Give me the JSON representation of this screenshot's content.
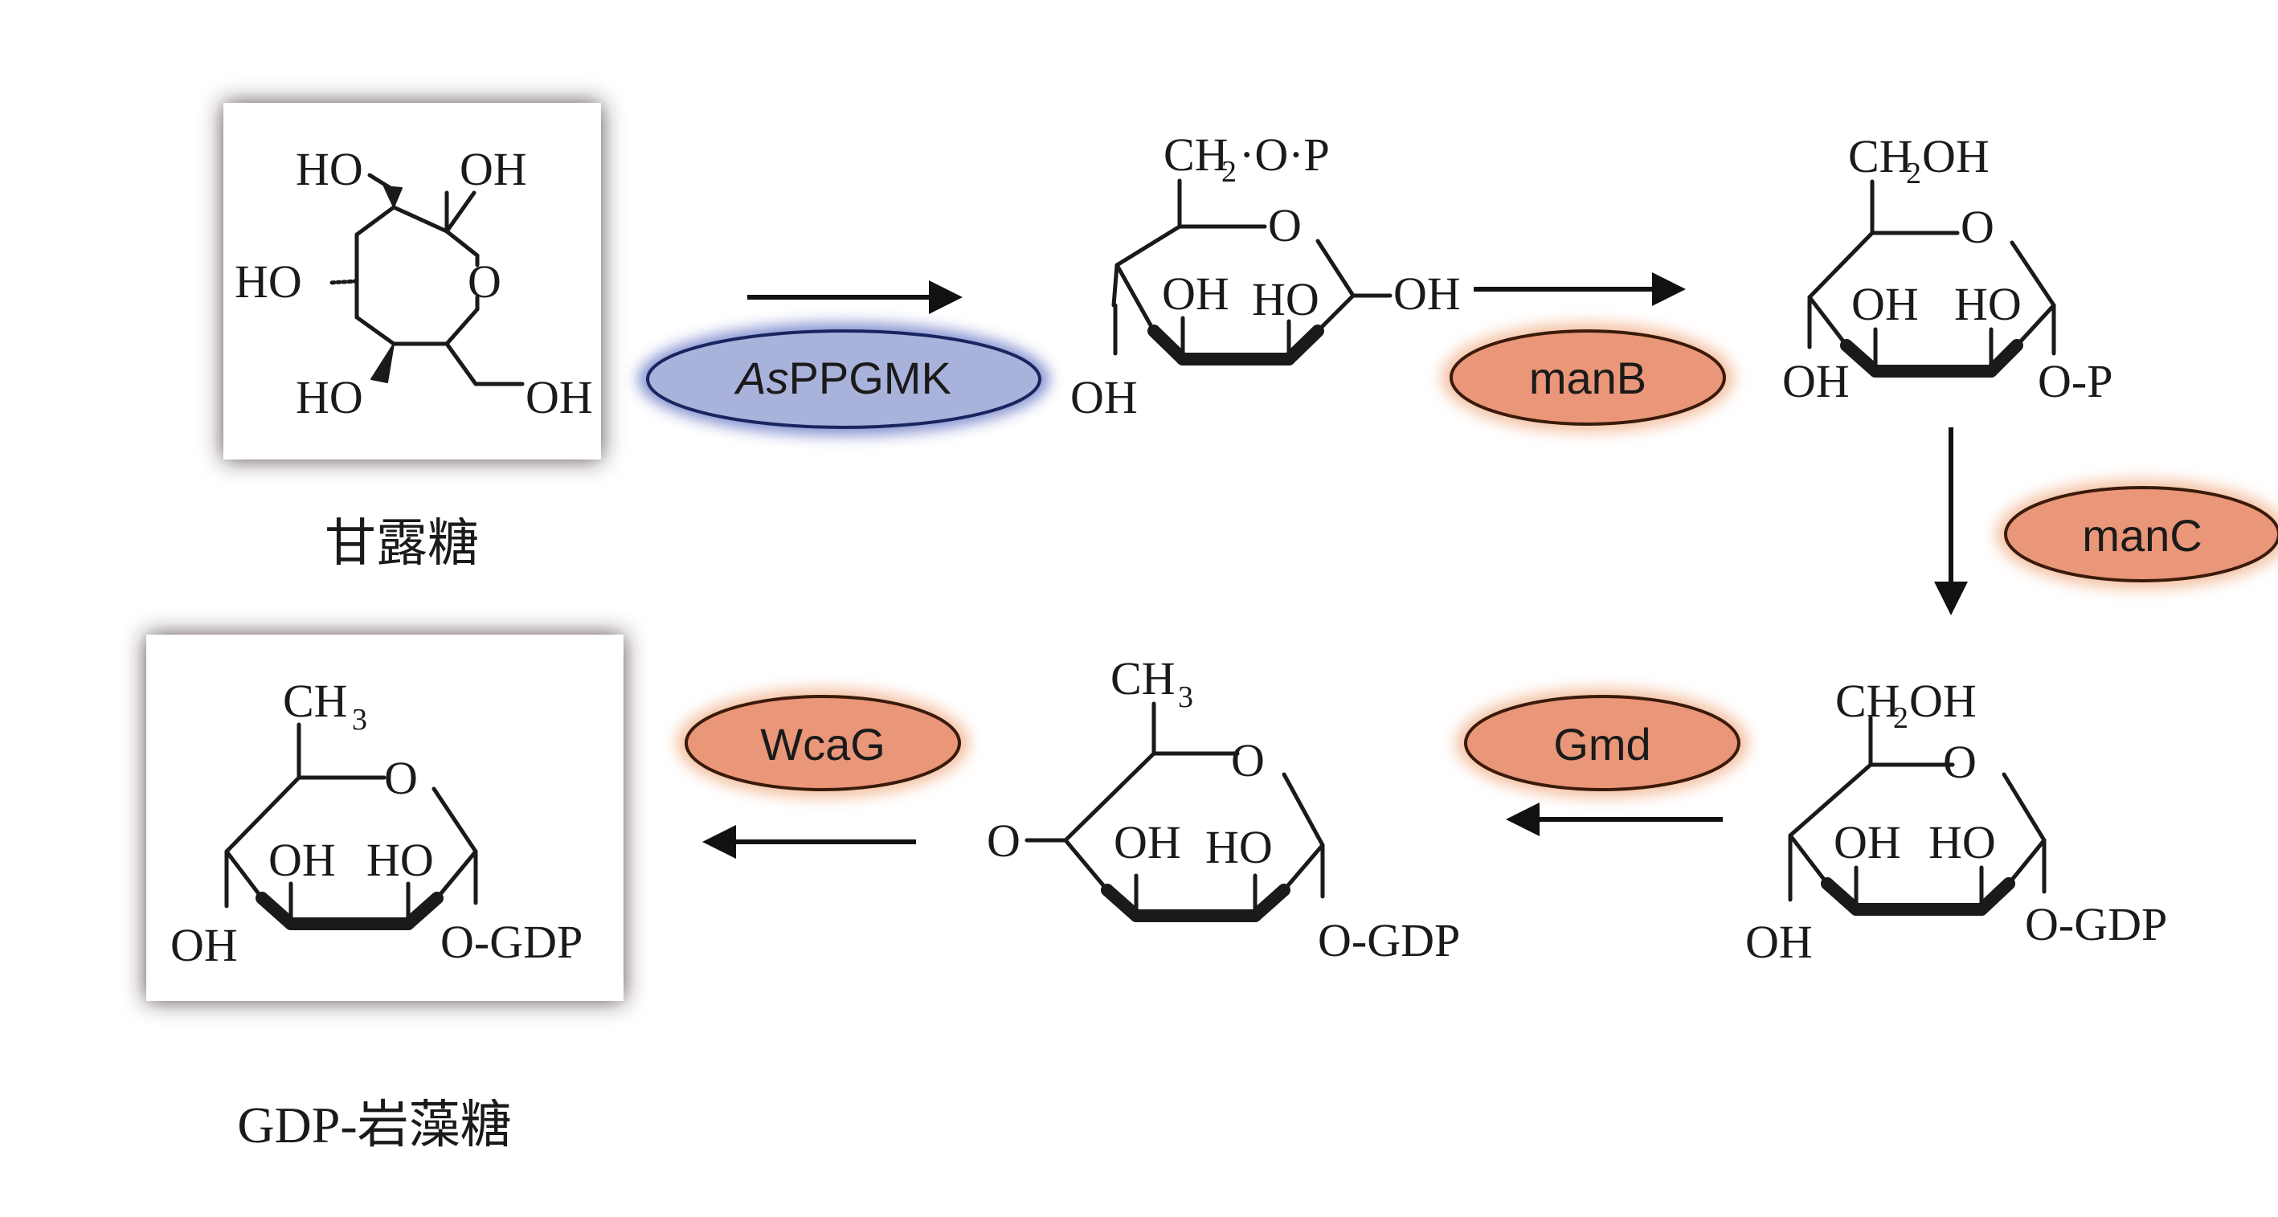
{
  "captions": {
    "mannose": "甘露糖",
    "fucose": "GDP-岩藻糖"
  },
  "enzymes": {
    "asppgmk_italic": "As",
    "asppgmk_rest": "PPGMK",
    "manB": "manB",
    "manC": "manC",
    "gmd": "Gmd",
    "wcag": "WcaG"
  },
  "colors": {
    "blue_enzyme_fill": "#a9b2db",
    "blue_enzyme_glow": "#5a6bc0",
    "orange_enzyme_fill": "#e99679",
    "orange_enzyme_glow": "#f2b08a"
  },
  "labels": {
    "ho": "HO",
    "oh": "OH",
    "o": "O",
    "ch2": "CH",
    "ch3": "CH",
    "sub2": "2",
    "sub3": "3",
    "oh_tail": "OH",
    "dot_o_dot_p": "·O·P",
    "o_p": "O-P",
    "o_gdp": "O-GDP"
  }
}
